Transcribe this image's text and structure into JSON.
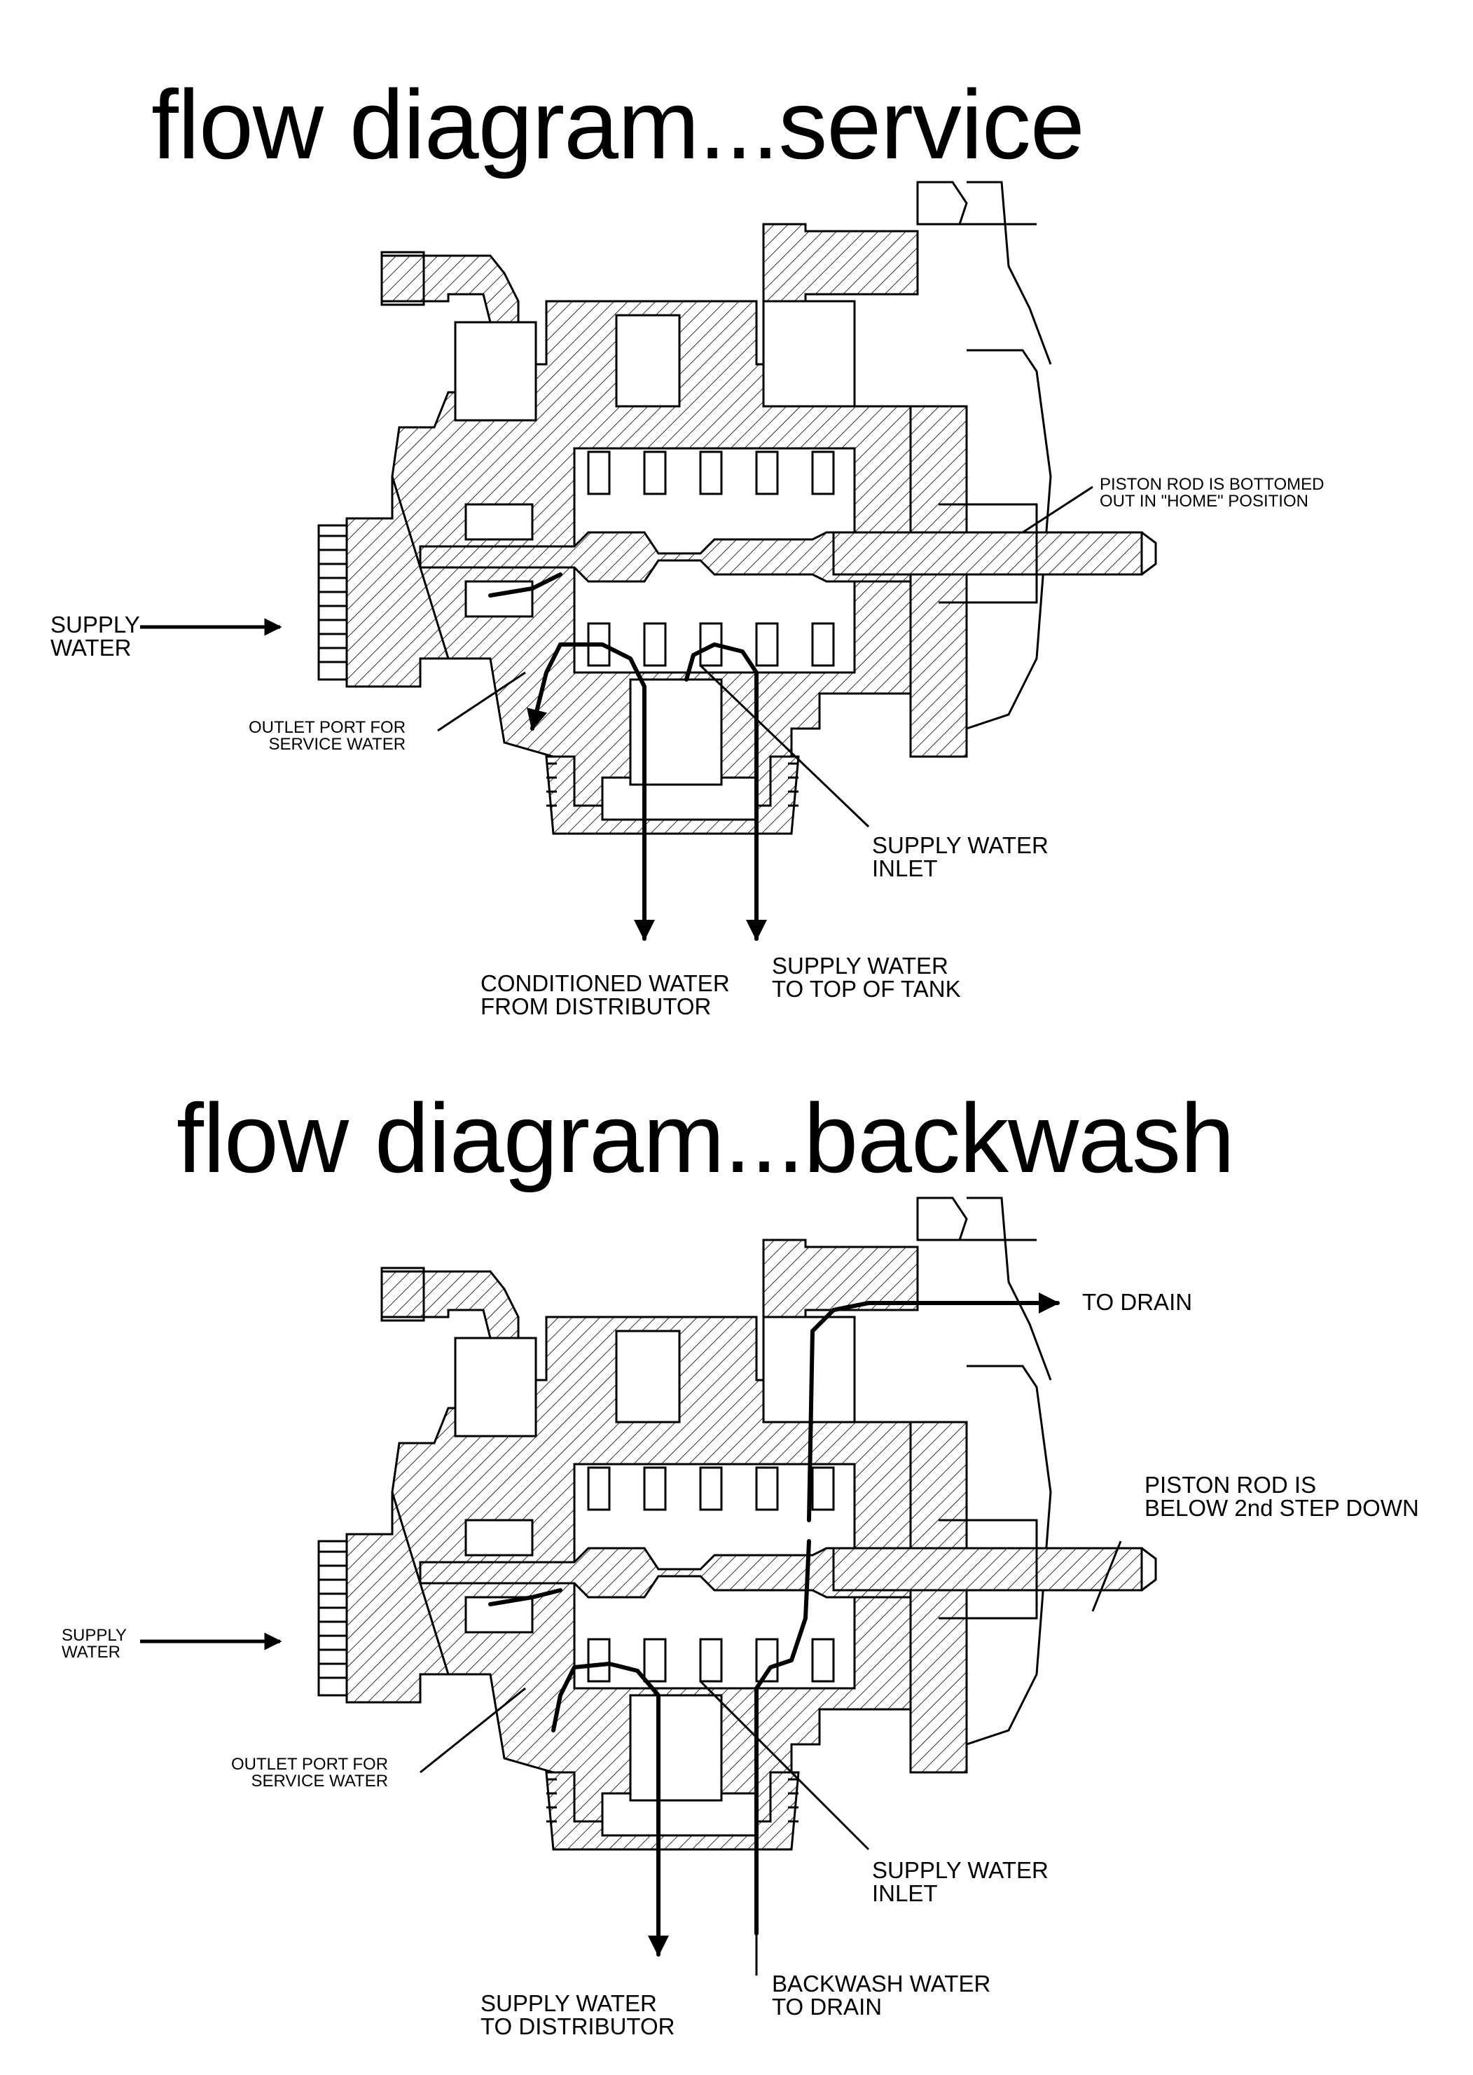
{
  "diagrams": [
    {
      "title": "flow diagram...service",
      "labels": {
        "supply_water": "SUPPLY\nWATER",
        "outlet_port": "OUTLET PORT FOR\nSERVICE WATER",
        "piston_rod": "PISTON ROD IS BOTTOMED\nOUT IN \"HOME\" POSITION",
        "supply_water_inlet": "SUPPLY WATER\nINLET",
        "conditioned_water": "CONDITIONED WATER\nFROM DISTRIBUTOR",
        "supply_to_tank": "SUPPLY WATER\nTO TOP OF TANK"
      }
    },
    {
      "title": "flow diagram...backwash",
      "labels": {
        "supply_water": "SUPPLY\nWATER",
        "outlet_port": "OUTLET PORT FOR\nSERVICE WATER",
        "to_drain": "TO DRAIN",
        "piston_rod": "PISTON ROD IS\nBELOW 2nd STEP DOWN",
        "supply_water_inlet": "SUPPLY WATER\nINLET",
        "supply_to_distributor": "SUPPLY WATER\nTO DISTRIBUTOR",
        "backwash_to_drain": "BACKWASH WATER\nTO DRAIN"
      }
    }
  ]
}
